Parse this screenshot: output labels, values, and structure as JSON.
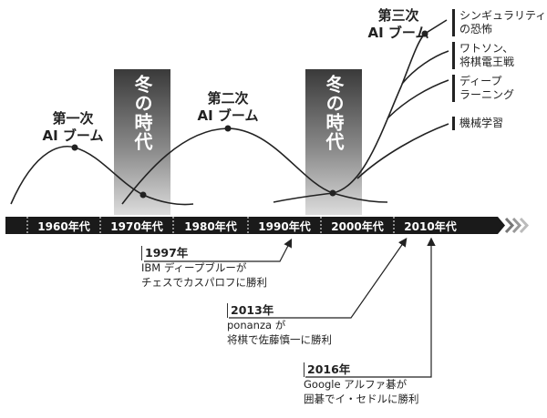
{
  "booms": [
    {
      "line1": "第一次",
      "line2": "AI ブーム"
    },
    {
      "line1": "第二次",
      "line2": "AI ブーム"
    },
    {
      "line1": "第三次",
      "line2": "AI ブーム"
    }
  ],
  "winters": [
    "冬の時代",
    "冬の時代"
  ],
  "eras": [
    "1960年代",
    "1970年代",
    "1980年代",
    "1990年代",
    "2000年代",
    "2010年代"
  ],
  "branches": [
    {
      "line1": "シンギュラリティ",
      "line2": "の恐怖"
    },
    {
      "line1": "ワトソン、",
      "line2": "将棋電王戦"
    },
    {
      "line1": "ディープ",
      "line2": "ラーニング"
    },
    {
      "line1": "機械学習",
      "line2": ""
    }
  ],
  "events": [
    {
      "year": "1997年",
      "line1": "IBM ディープブルーが",
      "line2": "チェスでカスパロフに勝利"
    },
    {
      "year": "2013年",
      "line1": "ponanza が",
      "line2": "将棋で佐藤慎一に勝利"
    },
    {
      "year": "2016年",
      "line1": "Google アルファ碁が",
      "line2": "囲碁でイ・セドルに勝利"
    }
  ],
  "colors": {
    "timeline": "#1a1a1a",
    "winter_top": "#3a3a3a",
    "winter_bottom": "#d8d8d8",
    "chevron": "#aaaaaa"
  }
}
